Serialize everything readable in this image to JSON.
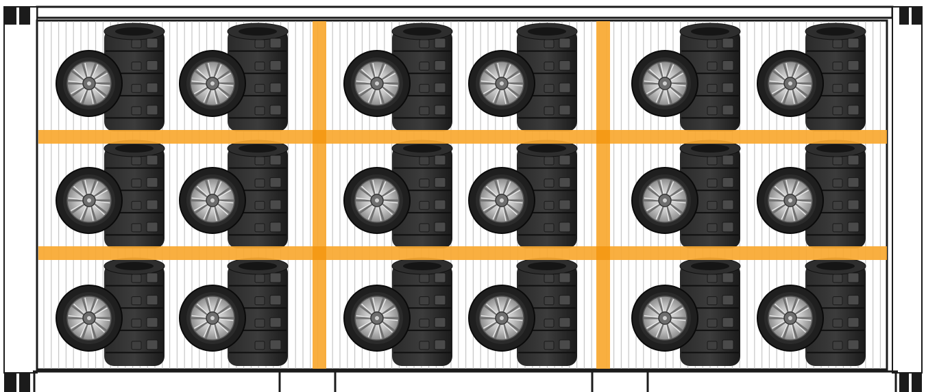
{
  "diagram": {
    "subject": "container-loading-plan",
    "rows": 3,
    "columns": 6,
    "sections": 3,
    "stacks_per_section": 2,
    "item_icon": "tire-stack-icon",
    "colors": {
      "divider": "#f8a830",
      "divider_joint": "#f59a16",
      "frame": "#1b1b1b",
      "corrugation": "#b9b9b9",
      "tire": "#1f1f1f",
      "tread": "#3a3a3a",
      "rim": "#c4c4c4",
      "hub": "#6e6e6e"
    }
  }
}
